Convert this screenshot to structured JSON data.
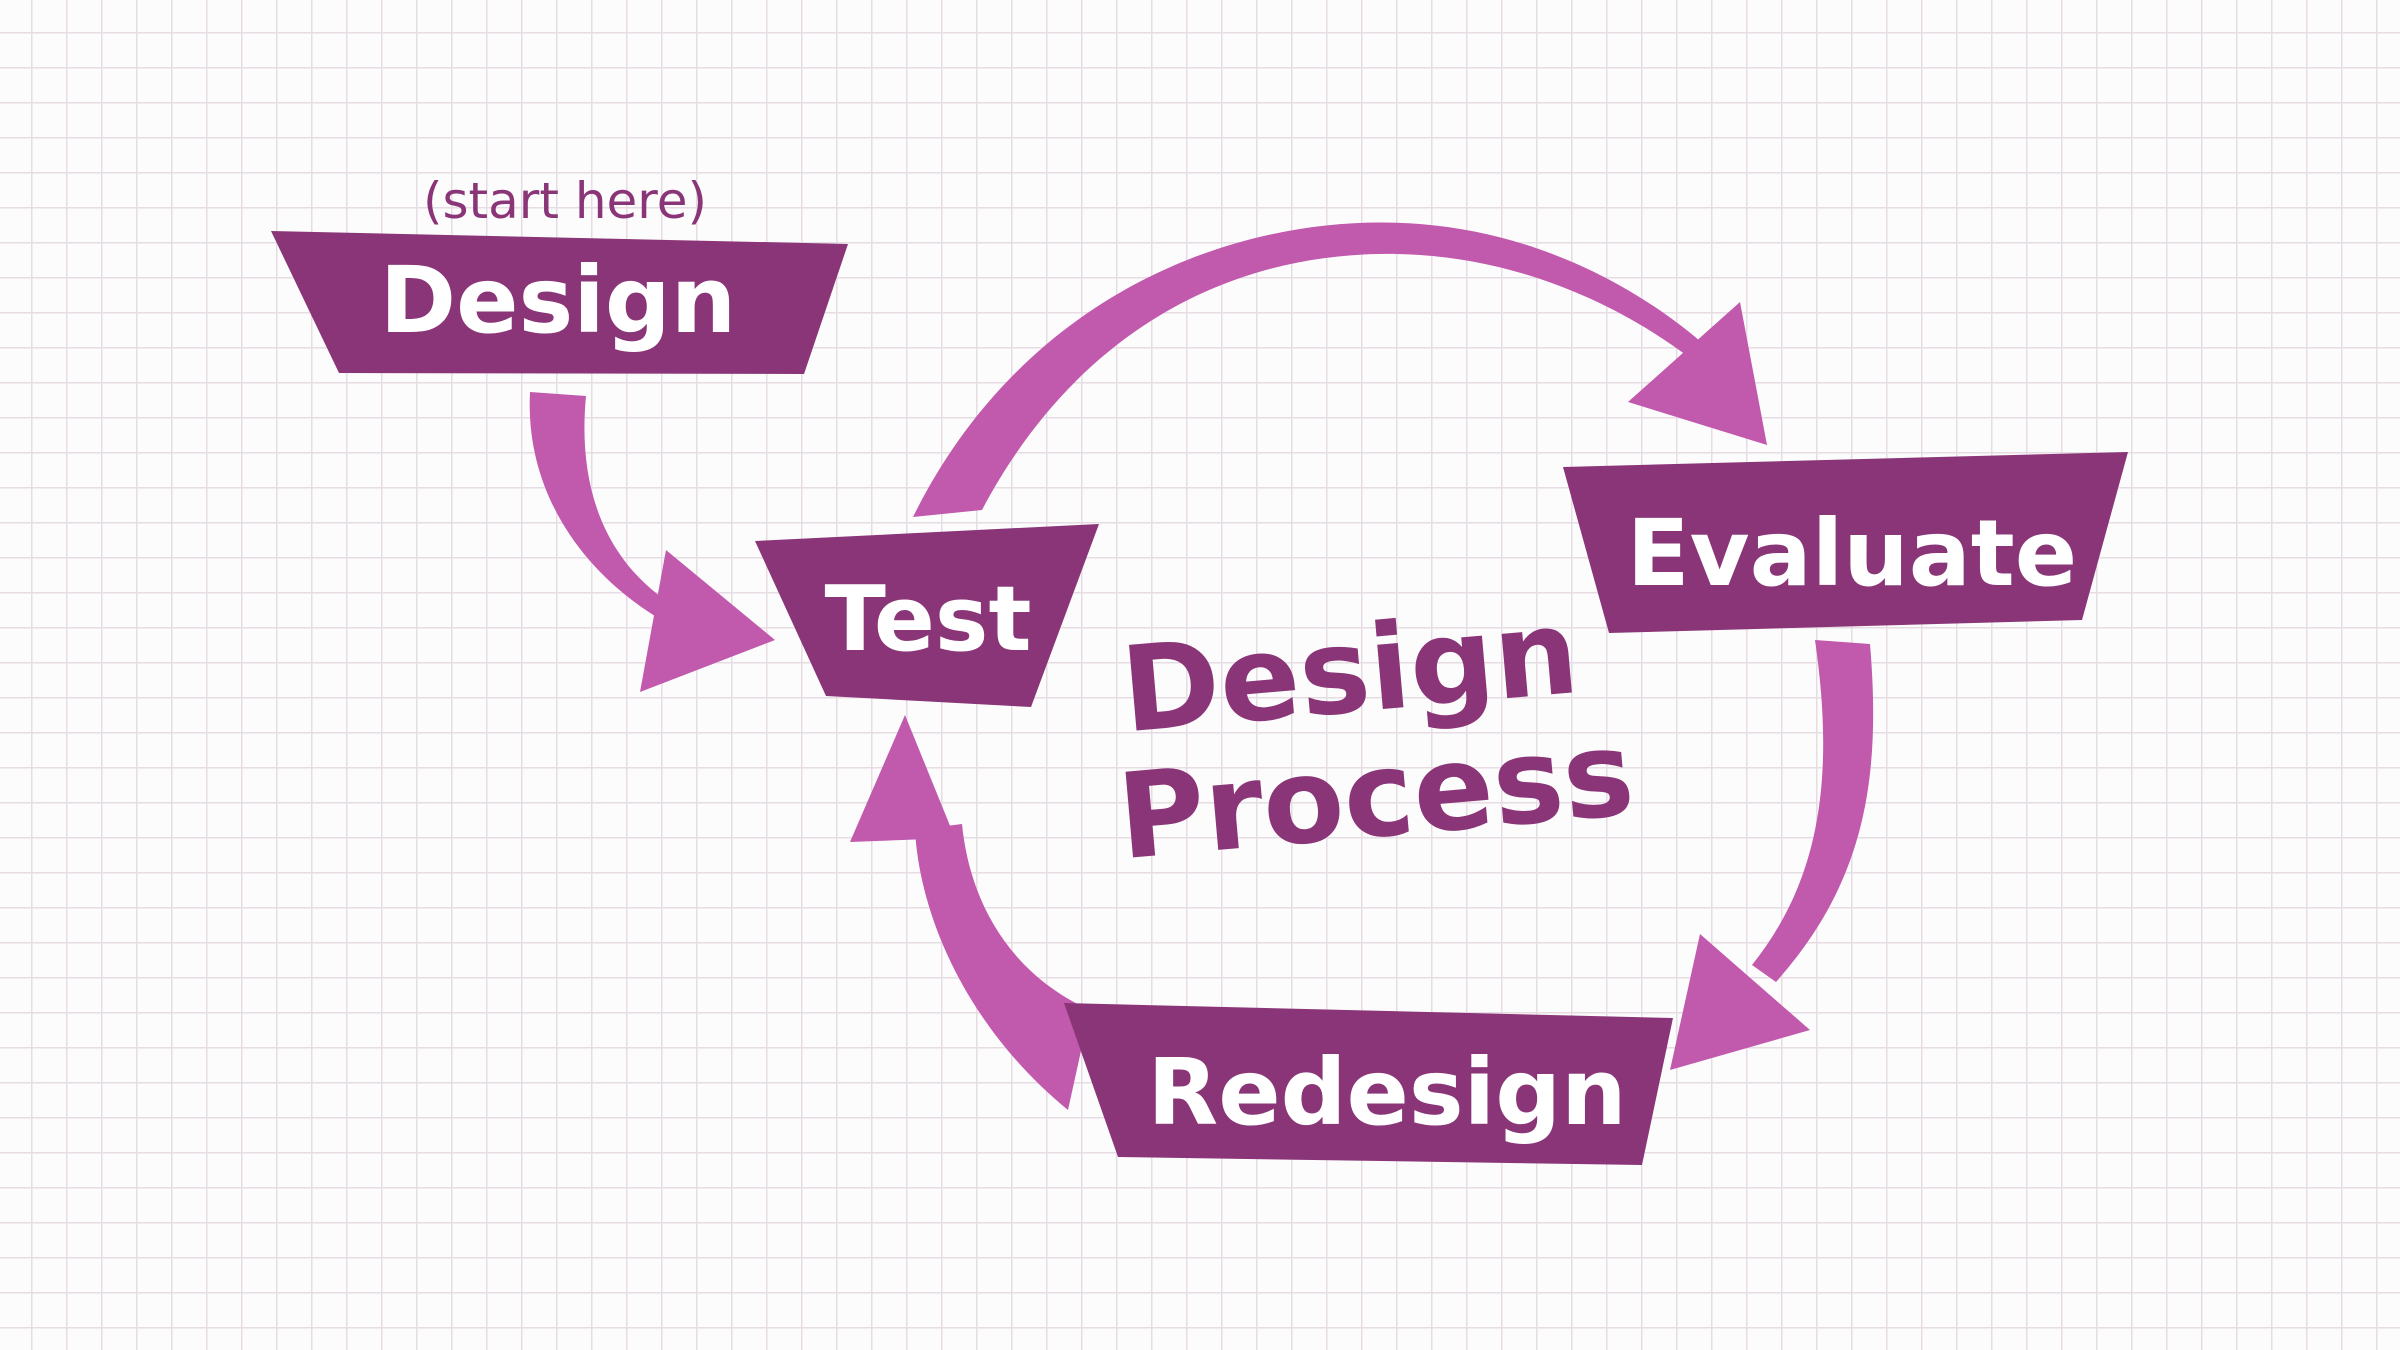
{
  "colors": {
    "box": "#8a3577",
    "arrow": "#c159ad",
    "title": "#8a3577",
    "text": "#ffffff"
  },
  "diagram": {
    "start_note": "(start here)",
    "title_line1": "Design",
    "title_line2": "Process",
    "nodes": {
      "design": "Design",
      "test": "Test",
      "evaluate": "Evaluate",
      "redesign": "Redesign"
    },
    "edges": [
      {
        "from": "Design",
        "to": "Test"
      },
      {
        "from": "Test",
        "to": "Evaluate"
      },
      {
        "from": "Evaluate",
        "to": "Redesign"
      },
      {
        "from": "Redesign",
        "to": "Test"
      }
    ]
  }
}
